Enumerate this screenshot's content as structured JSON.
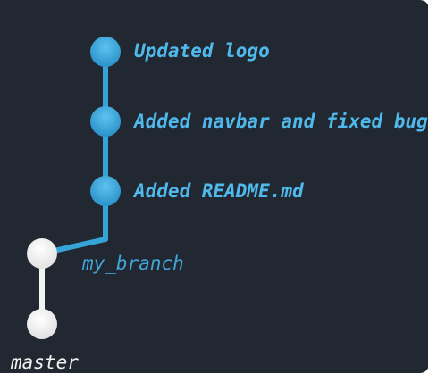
{
  "commits": [
    {
      "message": "Updated logo"
    },
    {
      "message": "Added navbar and fixed bug"
    },
    {
      "message": "Added README.md"
    }
  ],
  "branch": {
    "name": "my_branch"
  },
  "base": {
    "name": "master"
  },
  "colors": {
    "background": "#222831",
    "accent": "#36a3d9",
    "accent_light": "#4fb9ec",
    "base_node": "#f4f4f4",
    "branch_label": "#41a6d8",
    "master_label": "#f2f2f2"
  }
}
